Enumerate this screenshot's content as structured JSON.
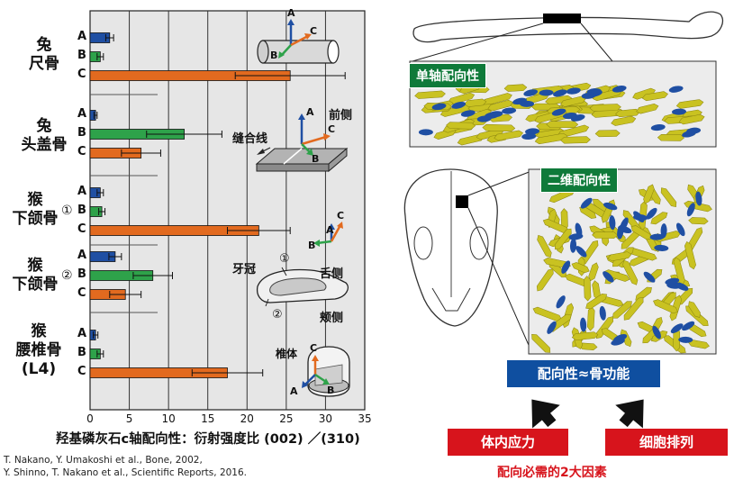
{
  "chart_data": {
    "type": "bar",
    "orientation": "horizontal",
    "xlabel": "羟基磷灰石c轴配向性：衍射强度比 (002) ／(310)",
    "xlim": [
      0,
      35
    ],
    "xticks": [
      0,
      5,
      10,
      15,
      20,
      25,
      30,
      35
    ],
    "grid": true,
    "series_order": [
      "A",
      "B",
      "C"
    ],
    "series_colors": {
      "A": "#1f4fa3",
      "B": "#2ea24a",
      "C": "#e26a1f"
    },
    "groups": [
      {
        "label": [
          "兔",
          "尺骨"
        ],
        "marker": "",
        "values": {
          "A": 2.5,
          "B": 1.3,
          "C": 25.5
        },
        "errors": {
          "A": 0.5,
          "B": 0.4,
          "C": 7.0
        }
      },
      {
        "label": [
          "兔",
          "头盖骨"
        ],
        "marker": "",
        "values": {
          "A": 0.7,
          "B": 12.0,
          "C": 6.5
        },
        "errors": {
          "A": 0.2,
          "B": 4.8,
          "C": 2.5
        }
      },
      {
        "label": [
          "猴",
          "下颌骨"
        ],
        "marker": "①",
        "values": {
          "A": 1.3,
          "B": 1.5,
          "C": 21.5
        },
        "errors": {
          "A": 0.4,
          "B": 0.4,
          "C": 4.0
        }
      },
      {
        "label": [
          "猴",
          "下颌骨"
        ],
        "marker": "②",
        "values": {
          "A": 3.2,
          "B": 8.0,
          "C": 4.5
        },
        "errors": {
          "A": 0.8,
          "B": 2.5,
          "C": 2.0
        }
      },
      {
        "label": [
          "猴",
          "腰椎骨",
          "(L4)"
        ],
        "marker": "",
        "values": {
          "A": 0.7,
          "B": 1.3,
          "C": 17.5
        },
        "errors": {
          "A": 0.3,
          "B": 0.4,
          "C": 4.5
        }
      }
    ]
  },
  "references": [
    "T. Nakano, Y. Umakoshi et al., Bone, 2002,",
    "Y. Shinno, T. Nakano et al., Scientific Reports, 2016."
  ],
  "insets": {
    "axis_letters": {
      "a": "A",
      "b": "B",
      "c": "C"
    },
    "skull_labels": {
      "front": "前侧",
      "suture": "缝合线"
    },
    "jaw_labels": {
      "crown": "牙冠",
      "lingual": "舌侧",
      "buccal": "颊侧",
      "p1": "①",
      "p2": "②"
    },
    "vertebra_label": "椎体"
  },
  "right_panel": {
    "uniaxial_label": "单轴配向性",
    "biaxial_label": "二维配向性",
    "function_box": "配向性≈骨功能",
    "factor_left": "体内应力",
    "factor_right": "细胞排列",
    "caption": "配向必需的2大因素"
  }
}
